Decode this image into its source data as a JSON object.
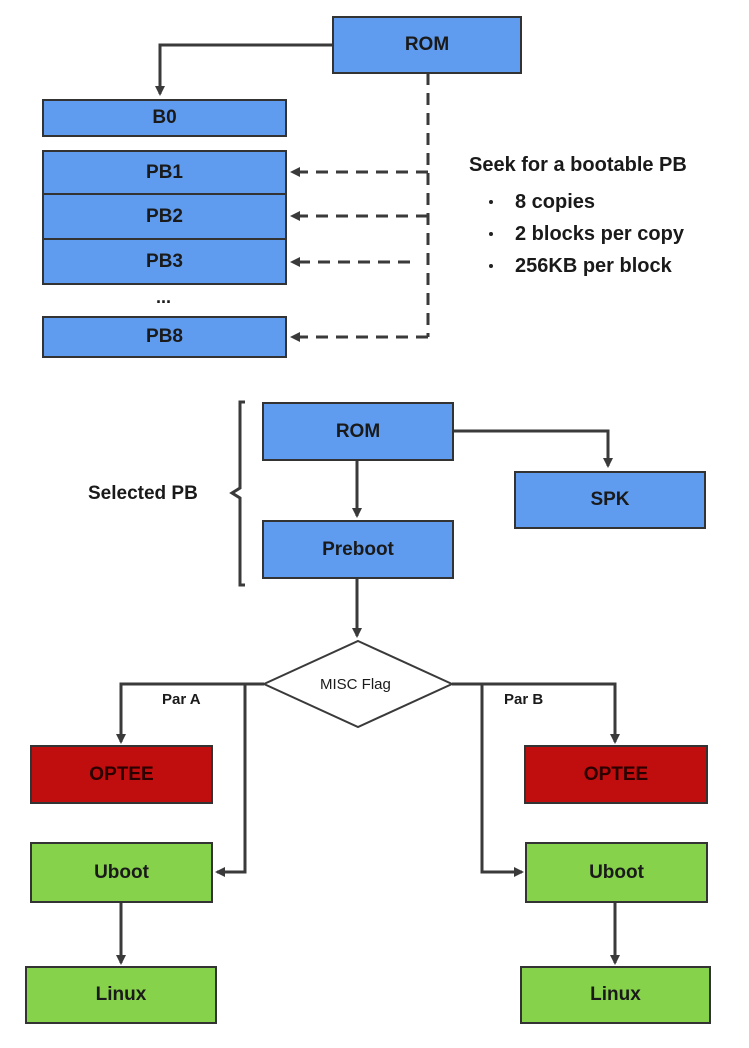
{
  "colors": {
    "blue": "#5f9cf0",
    "red": "#c00d0d",
    "green": "#86d24a",
    "line": "#3a3a3a"
  },
  "top": {
    "rom": "ROM",
    "b0": "B0",
    "pb1": "PB1",
    "pb2": "PB2",
    "pb3": "PB3",
    "ellipsis": "...",
    "pb8": "PB8",
    "seek_title": "Seek for a bootable PB",
    "bullets": [
      "8 copies",
      "2 blocks per copy",
      "256KB per block"
    ]
  },
  "bottom": {
    "selected_pb": "Selected PB",
    "rom": "ROM",
    "spk": "SPK",
    "preboot": "Preboot",
    "misc_flag": "MISC Flag",
    "par_a": "Par A",
    "par_b": "Par B",
    "optee_a": "OPTEE",
    "optee_b": "OPTEE",
    "uboot_a": "Uboot",
    "uboot_b": "Uboot",
    "linux_a": "Linux",
    "linux_b": "Linux"
  }
}
